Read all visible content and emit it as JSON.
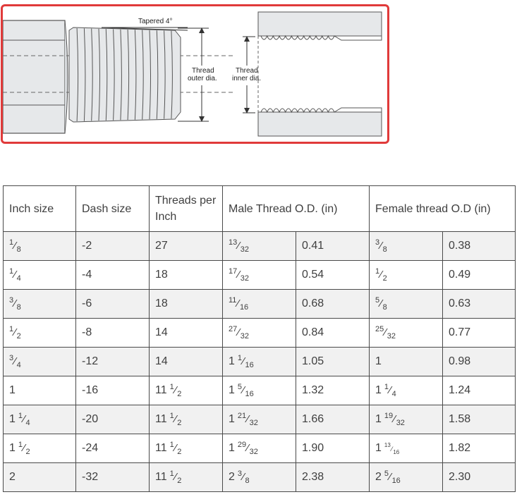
{
  "diagram": {
    "taper_label": "Tapered 4°",
    "outer_label_1": "Thread",
    "outer_label_2": "outer dia.",
    "inner_label_1": "Thread",
    "inner_label_2": "inner dia."
  },
  "table": {
    "headers": [
      "Inch size",
      "Dash size",
      "Threads per Inch",
      "Male Thread O.D. (in)",
      "Female thread O.D (in)"
    ],
    "rows": [
      {
        "inch": {
          "w": "",
          "n": "1",
          "d": "8"
        },
        "dash": "-2",
        "tpi": {
          "w": "27",
          "n": "",
          "d": ""
        },
        "male_frac": {
          "w": "",
          "n": "13",
          "d": "32"
        },
        "male_dec": "0.41",
        "female_frac": {
          "w": "",
          "n": "3",
          "d": "8"
        },
        "female_dec": "0.38"
      },
      {
        "inch": {
          "w": "",
          "n": "1",
          "d": "4"
        },
        "dash": "-4",
        "tpi": {
          "w": "18",
          "n": "",
          "d": ""
        },
        "male_frac": {
          "w": "",
          "n": "17",
          "d": "32"
        },
        "male_dec": "0.54",
        "female_frac": {
          "w": "",
          "n": "1",
          "d": "2"
        },
        "female_dec": "0.49"
      },
      {
        "inch": {
          "w": "",
          "n": "3",
          "d": "8"
        },
        "dash": "-6",
        "tpi": {
          "w": "18",
          "n": "",
          "d": ""
        },
        "male_frac": {
          "w": "",
          "n": "11",
          "d": "16"
        },
        "male_dec": "0.68",
        "female_frac": {
          "w": "",
          "n": "5",
          "d": "8"
        },
        "female_dec": "0.63"
      },
      {
        "inch": {
          "w": "",
          "n": "1",
          "d": "2"
        },
        "dash": "-8",
        "tpi": {
          "w": "14",
          "n": "",
          "d": ""
        },
        "male_frac": {
          "w": "",
          "n": "27",
          "d": "32"
        },
        "male_dec": "0.84",
        "female_frac": {
          "w": "",
          "n": "25",
          "d": "32"
        },
        "female_dec": "0.77"
      },
      {
        "inch": {
          "w": "",
          "n": "3",
          "d": "4"
        },
        "dash": "-12",
        "tpi": {
          "w": "14",
          "n": "",
          "d": ""
        },
        "male_frac": {
          "w": "1",
          "n": "1",
          "d": "16"
        },
        "male_dec": "1.05",
        "female_frac": {
          "w": "1",
          "n": "",
          "d": ""
        },
        "female_dec": "0.98"
      },
      {
        "inch": {
          "w": "1",
          "n": "",
          "d": ""
        },
        "dash": "-16",
        "tpi": {
          "w": "11",
          "n": "1",
          "d": "2"
        },
        "male_frac": {
          "w": "1",
          "n": "5",
          "d": "16"
        },
        "male_dec": "1.32",
        "female_frac": {
          "w": "1",
          "n": "1",
          "d": "4"
        },
        "female_dec": "1.24"
      },
      {
        "inch": {
          "w": "1",
          "n": "1",
          "d": "4"
        },
        "dash": "-20",
        "tpi": {
          "w": "11",
          "n": "1",
          "d": "2"
        },
        "male_frac": {
          "w": "1",
          "n": "21",
          "d": "32"
        },
        "male_dec": "1.66",
        "female_frac": {
          "w": "1",
          "n": "19",
          "d": "32"
        },
        "female_dec": "1.58"
      },
      {
        "inch": {
          "w": "1",
          "n": "1",
          "d": "2"
        },
        "dash": "-24",
        "tpi": {
          "w": "11",
          "n": "1",
          "d": "2"
        },
        "male_frac": {
          "w": "1",
          "n": "29",
          "d": "32"
        },
        "male_dec": "1.90",
        "female_frac": {
          "w": "1",
          "n": "13",
          "d": "16",
          "tiny": true
        },
        "female_dec": "1.82"
      },
      {
        "inch": {
          "w": "2",
          "n": "",
          "d": ""
        },
        "dash": "-32",
        "tpi": {
          "w": "11",
          "n": "1",
          "d": "2"
        },
        "male_frac": {
          "w": "2",
          "n": "3",
          "d": "8"
        },
        "male_dec": "2.38",
        "female_frac": {
          "w": "2",
          "n": "5",
          "d": "16"
        },
        "female_dec": "2.30"
      }
    ]
  }
}
